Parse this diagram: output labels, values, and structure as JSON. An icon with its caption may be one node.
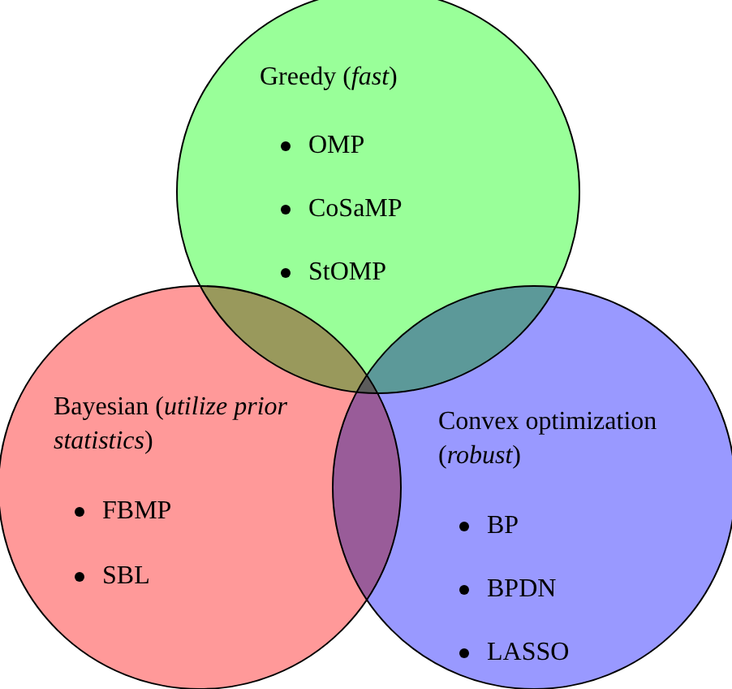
{
  "diagram": {
    "nodes": [
      {
        "text": [
          "Greedy (*fast*)",
          "OMP",
          "CoSaMP",
          "StOMP"
        ]
      },
      {
        "text": [
          "Bayesian (*utilize prior statistics*)",
          "FBMP",
          "SBL"
        ]
      },
      {
        "text": [
          "Convex optimization (*robust*)",
          "BP",
          "BPDN",
          "LASSO"
        ]
      }
    ]
  }
}
